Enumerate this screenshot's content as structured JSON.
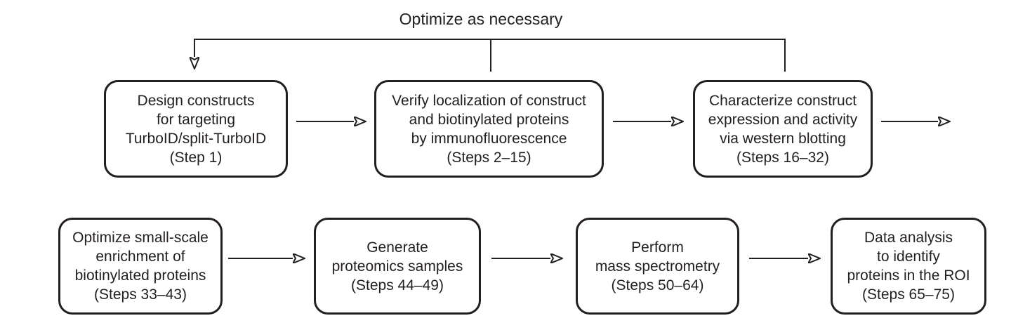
{
  "colors": {
    "ink": "#231f20",
    "background": "#ffffff"
  },
  "flow": {
    "optimize_label": "Optimize as necessary",
    "row1": [
      {
        "id": "design-constructs",
        "lines": [
          "Design constructs",
          "for targeting",
          "TurboID/split-TurboID",
          "(Step 1)"
        ]
      },
      {
        "id": "verify-localization",
        "lines": [
          "Verify localization of construct",
          "and biotinylated proteins",
          "by immunofluorescence",
          "(Steps 2–15)"
        ]
      },
      {
        "id": "characterize-construct",
        "lines": [
          "Characterize construct",
          "expression and activity",
          "via western blotting",
          "(Steps 16–32)"
        ]
      }
    ],
    "row2": [
      {
        "id": "optimize-enrichment",
        "lines": [
          "Optimize small-scale",
          "enrichment of",
          "biotinylated proteins",
          "(Steps 33–43)"
        ]
      },
      {
        "id": "generate-proteomics",
        "lines": [
          "Generate",
          "proteomics samples",
          "(Steps 44–49)"
        ]
      },
      {
        "id": "perform-mass-spec",
        "lines": [
          "Perform",
          "mass spectrometry",
          "(Steps 50–64)"
        ]
      },
      {
        "id": "data-analysis",
        "lines": [
          "Data analysis",
          "to identify",
          "proteins in the ROI",
          "(Steps 65–75)"
        ]
      }
    ]
  }
}
